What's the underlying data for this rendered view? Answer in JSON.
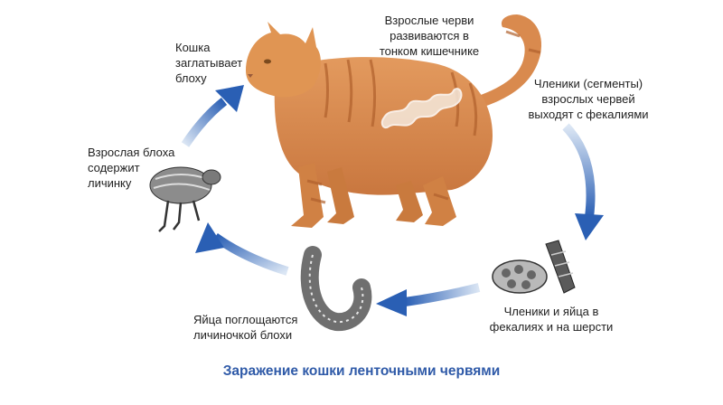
{
  "labels": {
    "cat_swallows": "Кошка\nзаглатывает\nблоху",
    "adult_worms": "Взрослые черви\nразвиваются в\nтонком кишечнике",
    "segments_exit": "Членики (сегменты)\nвзрослых червей\nвыходят с фекалиями",
    "segments_eggs": "Членики и яйца в\nфекалиях и на шерсти",
    "eggs_swallowed": "Яйца поглощаются\nличиночкой блохи",
    "adult_flea": "Взрослая блоха\nсодержит\nличинку"
  },
  "caption": "Заражение кошки ленточными червями",
  "colors": {
    "arrow_light": "#dbe6f4",
    "arrow_dark": "#2a5fb4",
    "cat_fur": "#d98a4e",
    "cat_stripes": "#b0602c",
    "caption": "#2f5aa8"
  }
}
